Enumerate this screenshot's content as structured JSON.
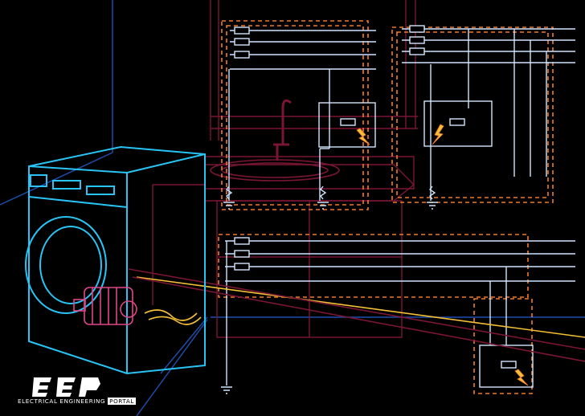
{
  "brand": {
    "mark": "EEP",
    "caption_main": "ELECTRICAL ENGINEERING",
    "caption_tag": "PORTAL"
  },
  "colors": {
    "background": "#000000",
    "wire": "#cfe6ff",
    "appliance_outline": "#28c4f5",
    "room_lines": "#7a1634",
    "room_lines_blue": "#1e4fb0",
    "protective_dashed": "#f07a2a",
    "fault_current": "#f5c035",
    "motor": "#e0458a",
    "logo": "#ffffff"
  },
  "icons": {
    "resistor": "resistor-icon",
    "lightning": "lightning-icon",
    "ground": "ground-icon",
    "motor": "motor-icon",
    "faucet": "faucet-icon"
  }
}
